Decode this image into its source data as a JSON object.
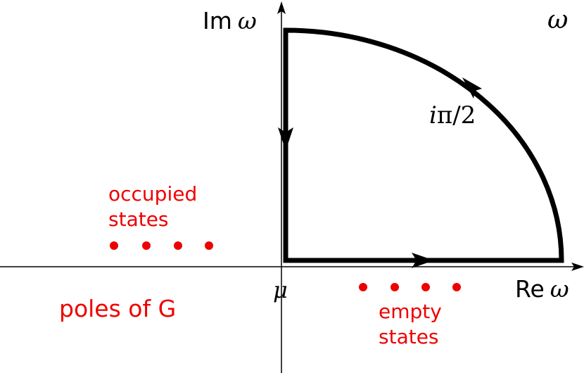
{
  "axes": {
    "im_prefix": "Im",
    "re_prefix": "Re",
    "omega": "ω"
  },
  "plane_label": "ω",
  "mu_label": "μ",
  "arc_label": {
    "i": "i",
    "rest": "π/2"
  },
  "occupied_label": [
    "occupied",
    "states"
  ],
  "empty_label": [
    "empty",
    "states"
  ],
  "poles_label": "poles of G",
  "colors": {
    "axis": "#000000",
    "contour": "#000000",
    "poles": "#ee0000"
  },
  "pole_counts": {
    "occupied": 4,
    "empty": 4
  }
}
